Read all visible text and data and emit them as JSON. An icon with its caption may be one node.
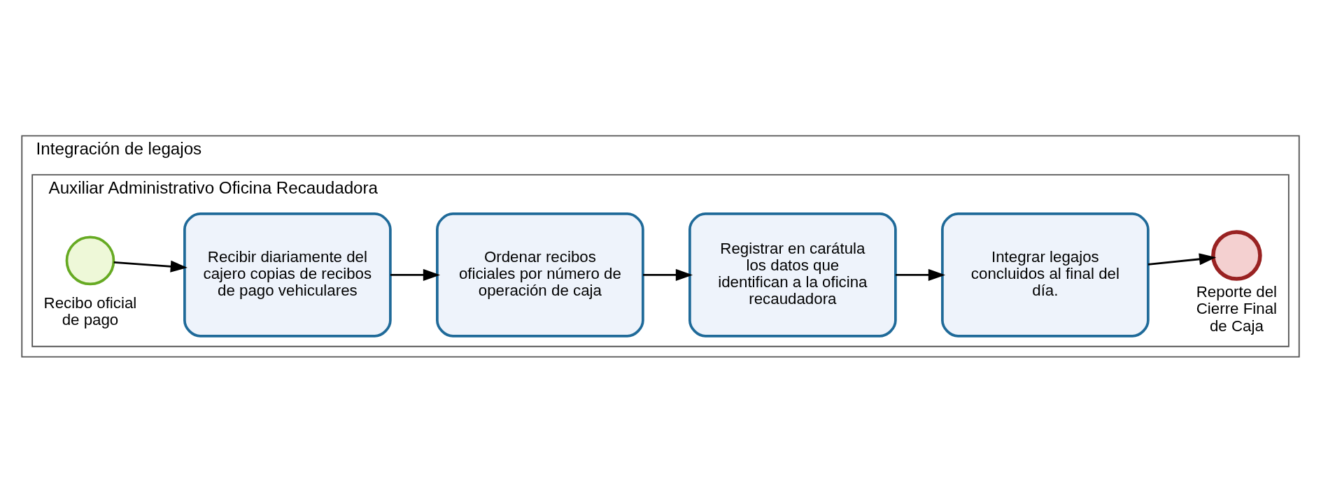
{
  "diagram": {
    "nodes": [
      {
        "text": [
          "Integración de legajos"
        ]
      },
      {
        "text": [
          "Auxiliar Administrativo Oficina Recaudadora"
        ],
        "in": 0
      },
      {
        "text": [],
        "shape": "circle",
        "beside": [
          "Recibo oficial de pago"
        ],
        "in": 1
      },
      {
        "text": [
          "Recibir diariamente del cajero copias de recibos de pago vehiculares"
        ],
        "in": 1
      },
      {
        "text": [
          "Ordenar recibos oficiales por número de operación de caja"
        ],
        "in": 1
      },
      {
        "text": [
          "Registrar en carátula los datos que identifican a la oficina recaudadora"
        ],
        "in": 1
      },
      {
        "text": [
          "Integrar legajos concluidos al final del día."
        ],
        "in": 1
      },
      {
        "text": [],
        "shape": "circle",
        "beside": [
          "Reporte del Cierre Final de Caja"
        ],
        "in": 1
      }
    ],
    "edges": [
      {
        "from": 2,
        "to": 3,
        "arrow": "to"
      },
      {
        "from": 3,
        "to": 4,
        "arrow": "to"
      },
      {
        "from": 4,
        "to": 5,
        "arrow": "to"
      },
      {
        "from": 5,
        "to": 6,
        "arrow": "to"
      },
      {
        "from": 6,
        "to": 7,
        "arrow": "to"
      }
    ]
  }
}
